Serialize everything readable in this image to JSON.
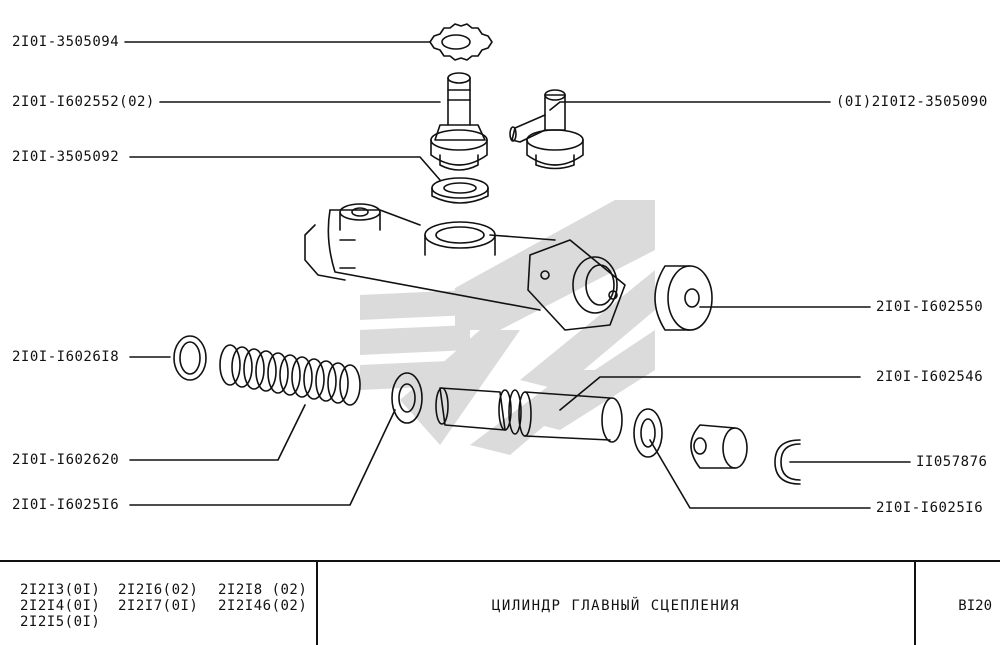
{
  "part_labels": {
    "lock_washer": "2I0I-3505094",
    "hose_fitting": "2I0I-I602552(02)",
    "fitting_gasket": "2I0I-3505092",
    "angle_fitting": "(0I)2I0I2-3505090",
    "boot": "2I0I-I602550",
    "seal_ring": "2I0I-I6026I8",
    "piston": "2I0I-I602546",
    "spring": "2I0I-I602620",
    "retaining_ring": "II057876",
    "cup_left": "2I0I-I6025I6",
    "cup_right": "2I0I-I6025I6"
  },
  "footer": {
    "models": [
      [
        "2I2I3(0I)",
        "2I2I6(02)",
        "2I2I8 (02)"
      ],
      [
        "2I2I4(0I)",
        "2I2I7(0I)",
        "2I2I46(02)"
      ],
      [
        "2I2I5(0I)"
      ]
    ],
    "title": "ЦИЛИНДР  ГЛАВНЫЙ  СЦЕПЛЕНИЯ",
    "page": "BI20"
  },
  "colors": {
    "ink": "#111111",
    "watermark": "#cfcfcf"
  }
}
